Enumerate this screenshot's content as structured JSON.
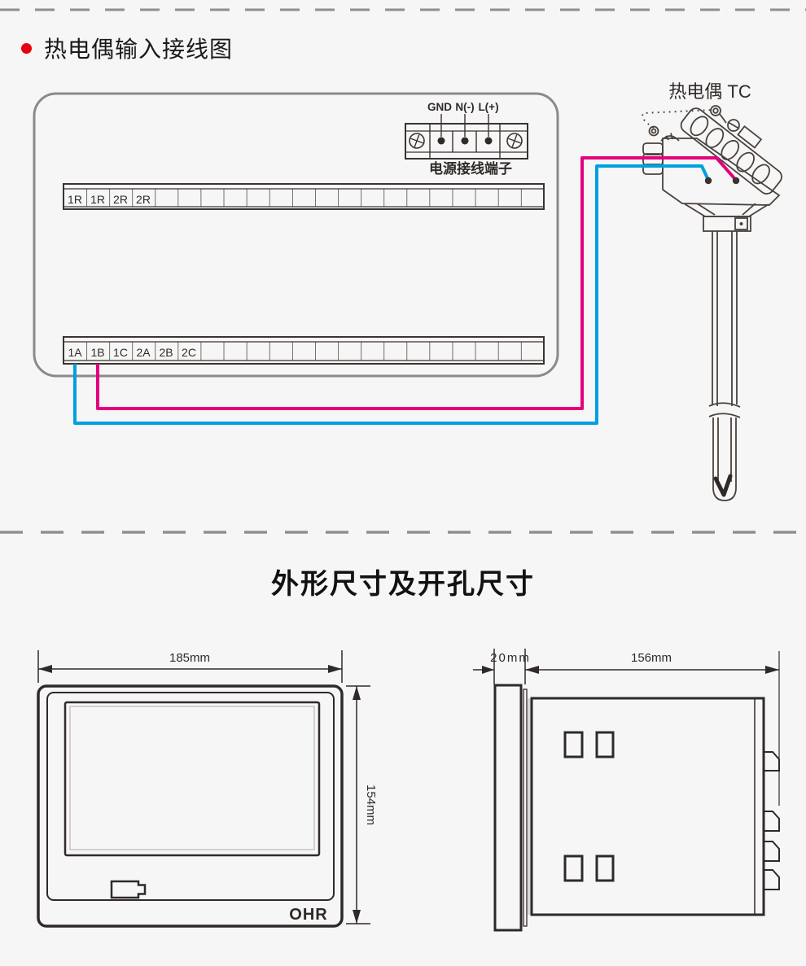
{
  "page": {
    "background": "#f6f6f6",
    "accent_red": "#e60012",
    "line_dark": "#2f2a28",
    "panel_gray": "#8a8a8a"
  },
  "wiring_section": {
    "title": "热电偶输入接线图",
    "power_block": {
      "terminal_labels": [
        "GND",
        "N(-)",
        "L(+)"
      ],
      "caption": "电源接线端子"
    },
    "top_strip_labels": [
      "1R",
      "1R",
      "2R",
      "2R"
    ],
    "bottom_strip_labels": [
      "1A",
      "1B",
      "1C",
      "2A",
      "2B",
      "2C"
    ],
    "sensor_label": "热电偶 TC",
    "wire_colors": {
      "tc_positive": "#e5007d",
      "tc_negative": "#00a0e0"
    }
  },
  "dimensions_section": {
    "title": "外形尺寸及开孔尺寸",
    "front_view": {
      "width_label": "185mm",
      "height_label": "154mm",
      "logo": "OHR"
    },
    "side_view": {
      "depth_label": "20mm",
      "body_depth_label": "156mm"
    }
  }
}
